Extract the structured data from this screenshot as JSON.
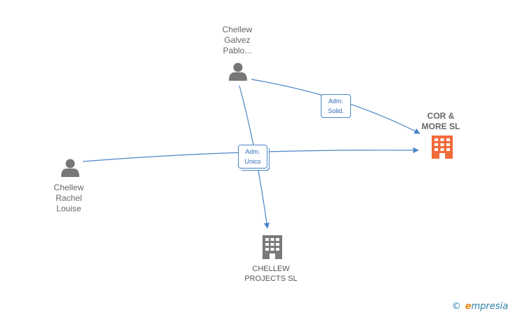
{
  "nodes": {
    "person_galvez": {
      "label": "Chellew\nGalvez\nPablo..."
    },
    "person_rachel": {
      "label": "Chellew\nRachel\nLouise"
    },
    "company_cor": {
      "label": "COR &\nMORE  SL"
    },
    "company_chellew": {
      "label": "CHELLEW\nPROJECTS  SL"
    }
  },
  "edges": {
    "badge_solid": {
      "label": "Adm.\nSolid."
    },
    "badge_unico": {
      "label": "Adm.\nUnico"
    }
  },
  "colors": {
    "edge": "#4a86c8",
    "person_icon": "#777777",
    "company_main": "#f26b3a",
    "company_other": "#7a7a7a"
  },
  "footer": {
    "copyright_symbol": "©",
    "brand_initial": "e",
    "brand_rest": "mpresia"
  }
}
